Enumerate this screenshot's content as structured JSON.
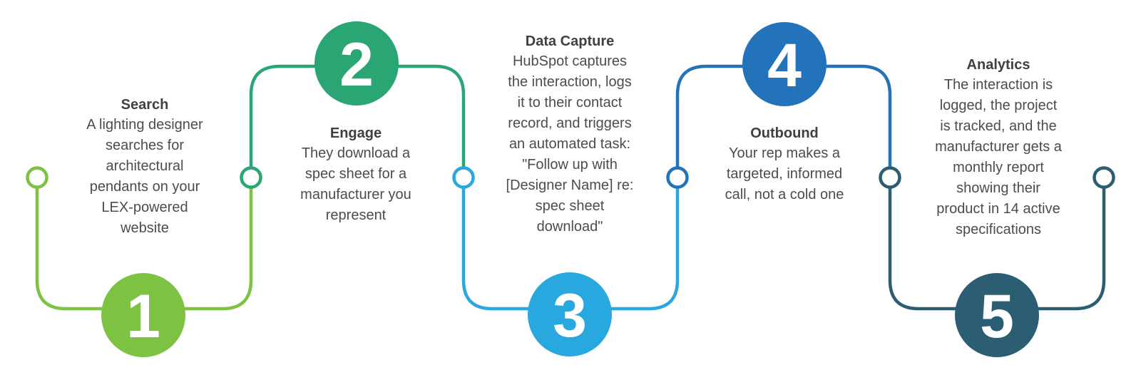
{
  "diagram": {
    "type": "process-flow",
    "background_color": "#ffffff",
    "title_text_color": "#3f4043",
    "body_text_color": "#4b4c4f",
    "steps": [
      {
        "number": "1",
        "title": "Search",
        "description": "A lighting designer\nsearches for\narchitectural\npendants on your\nLEX-powered\nwebsite",
        "color": "#7dc243"
      },
      {
        "number": "2",
        "title": "Engage",
        "description": "They download a\nspec sheet for a\nmanufacturer you\nrepresent",
        "color": "#2aa574"
      },
      {
        "number": "3",
        "title": "Data Capture",
        "description": "HubSpot captures\nthe interaction, logs\nit to their contact\nrecord, and triggers\nan automated task:\n\"Follow up with\n[Designer Name] re:\nspec sheet\ndownload\"",
        "color": "#29a8e0"
      },
      {
        "number": "4",
        "title": "Outbound",
        "description": "Your rep makes a\ntargeted, informed\ncall, not a cold one",
        "color": "#2273b9"
      },
      {
        "number": "5",
        "title": "Analytics",
        "description": "The interaction is\nlogged, the project\nis tracked, and the\nmanufacturer gets a\nmonthly report\nshowing their\nproduct in 14 active\nspecifications",
        "color": "#2c5e73"
      }
    ]
  }
}
